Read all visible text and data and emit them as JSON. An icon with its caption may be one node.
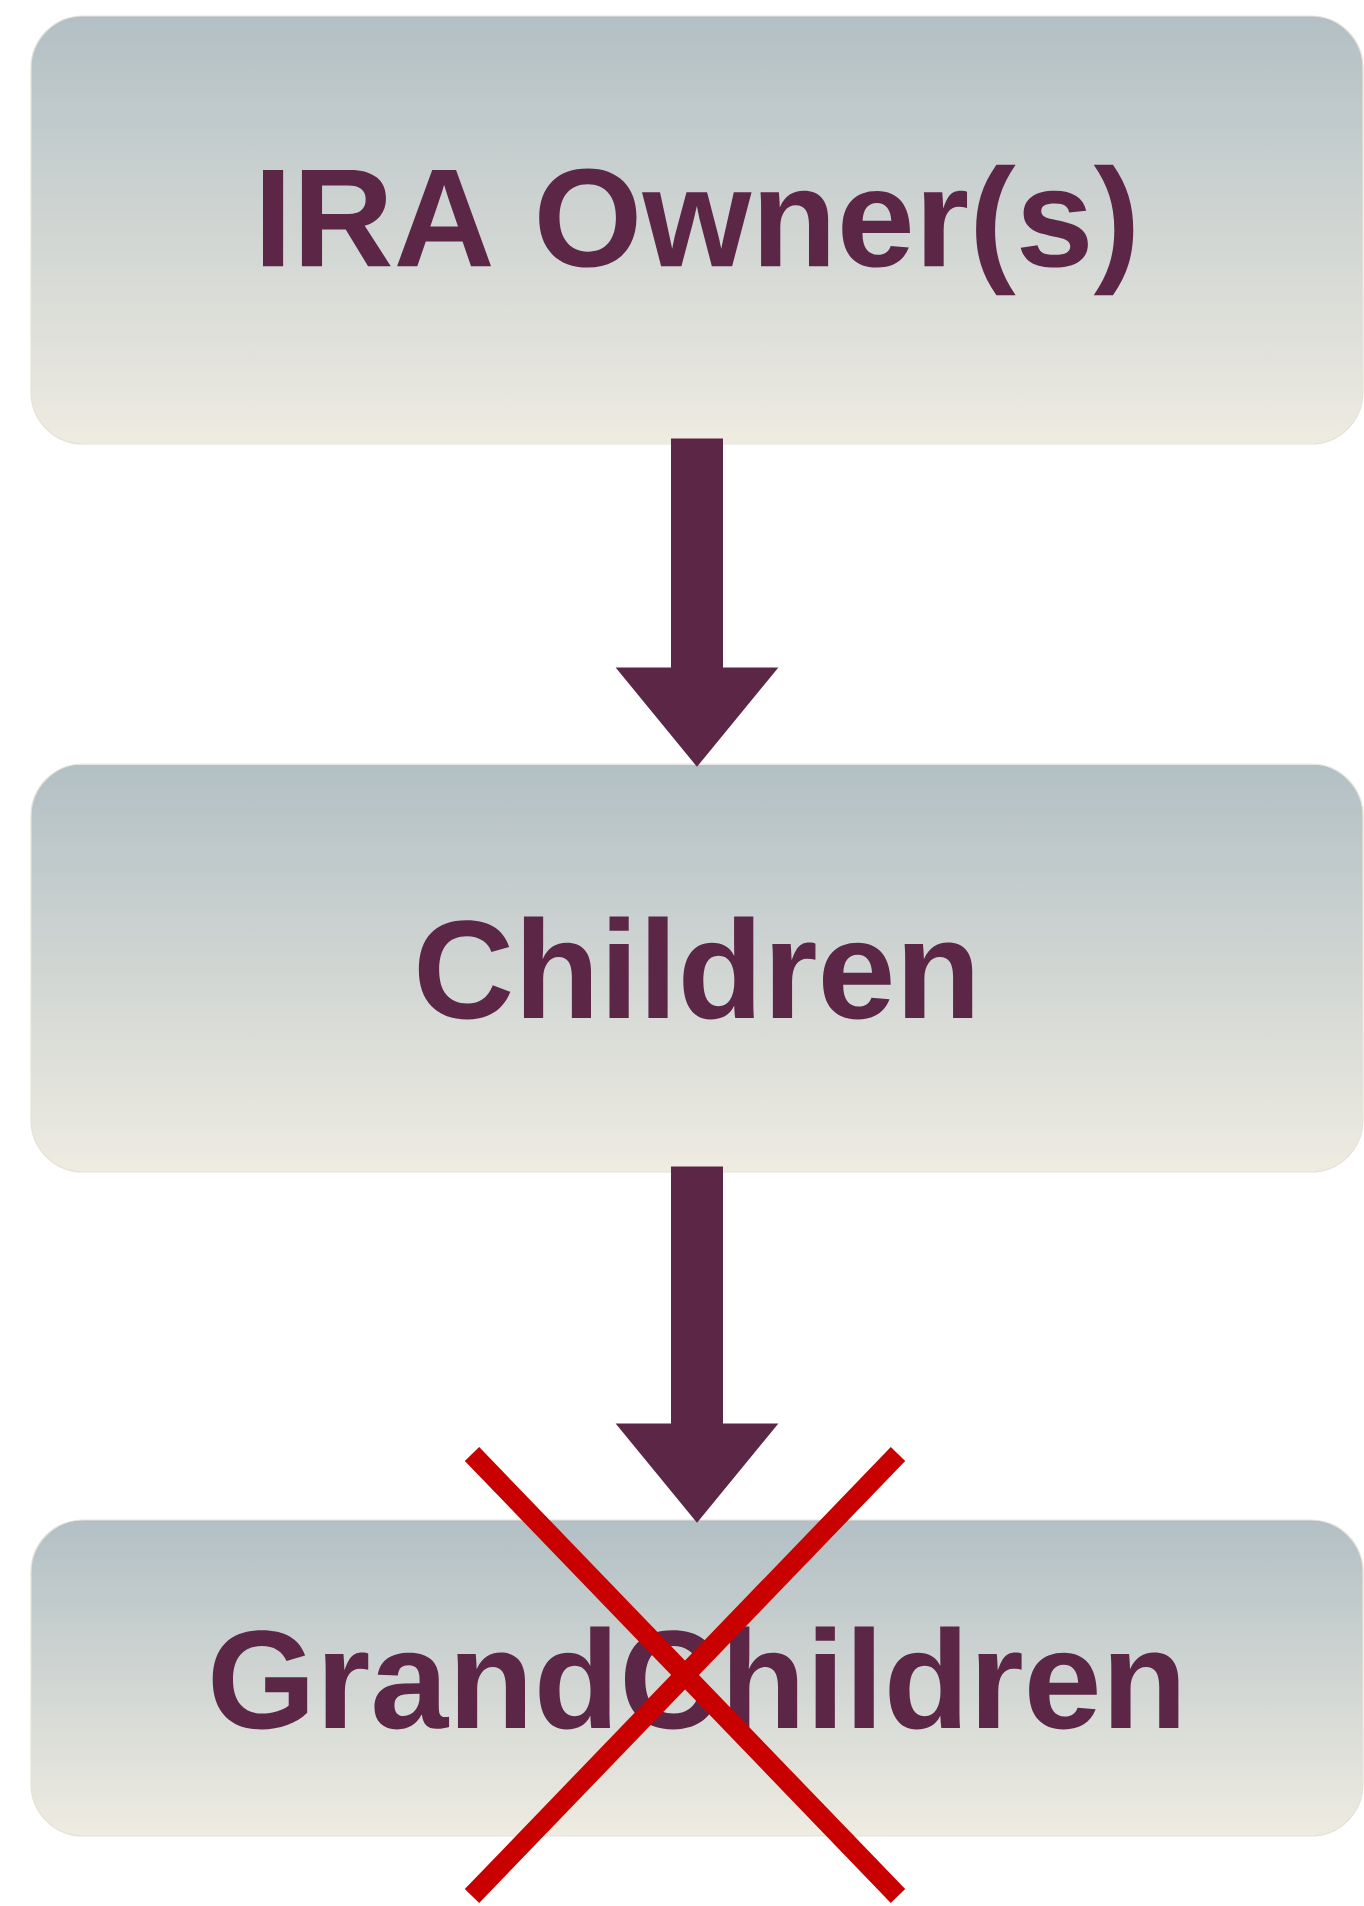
{
  "diagram": {
    "nodes": [
      {
        "text": [
          "IRA Owner(s)"
        ]
      },
      {
        "text": [
          "Children"
        ]
      },
      {
        "text": [
          "GrandChildren"
        ]
      }
    ],
    "edges": [
      {
        "from": 0,
        "to": 1,
        "arrow": "to"
      },
      {
        "from": 1,
        "to": 2,
        "arrow": "to"
      }
    ]
  }
}
